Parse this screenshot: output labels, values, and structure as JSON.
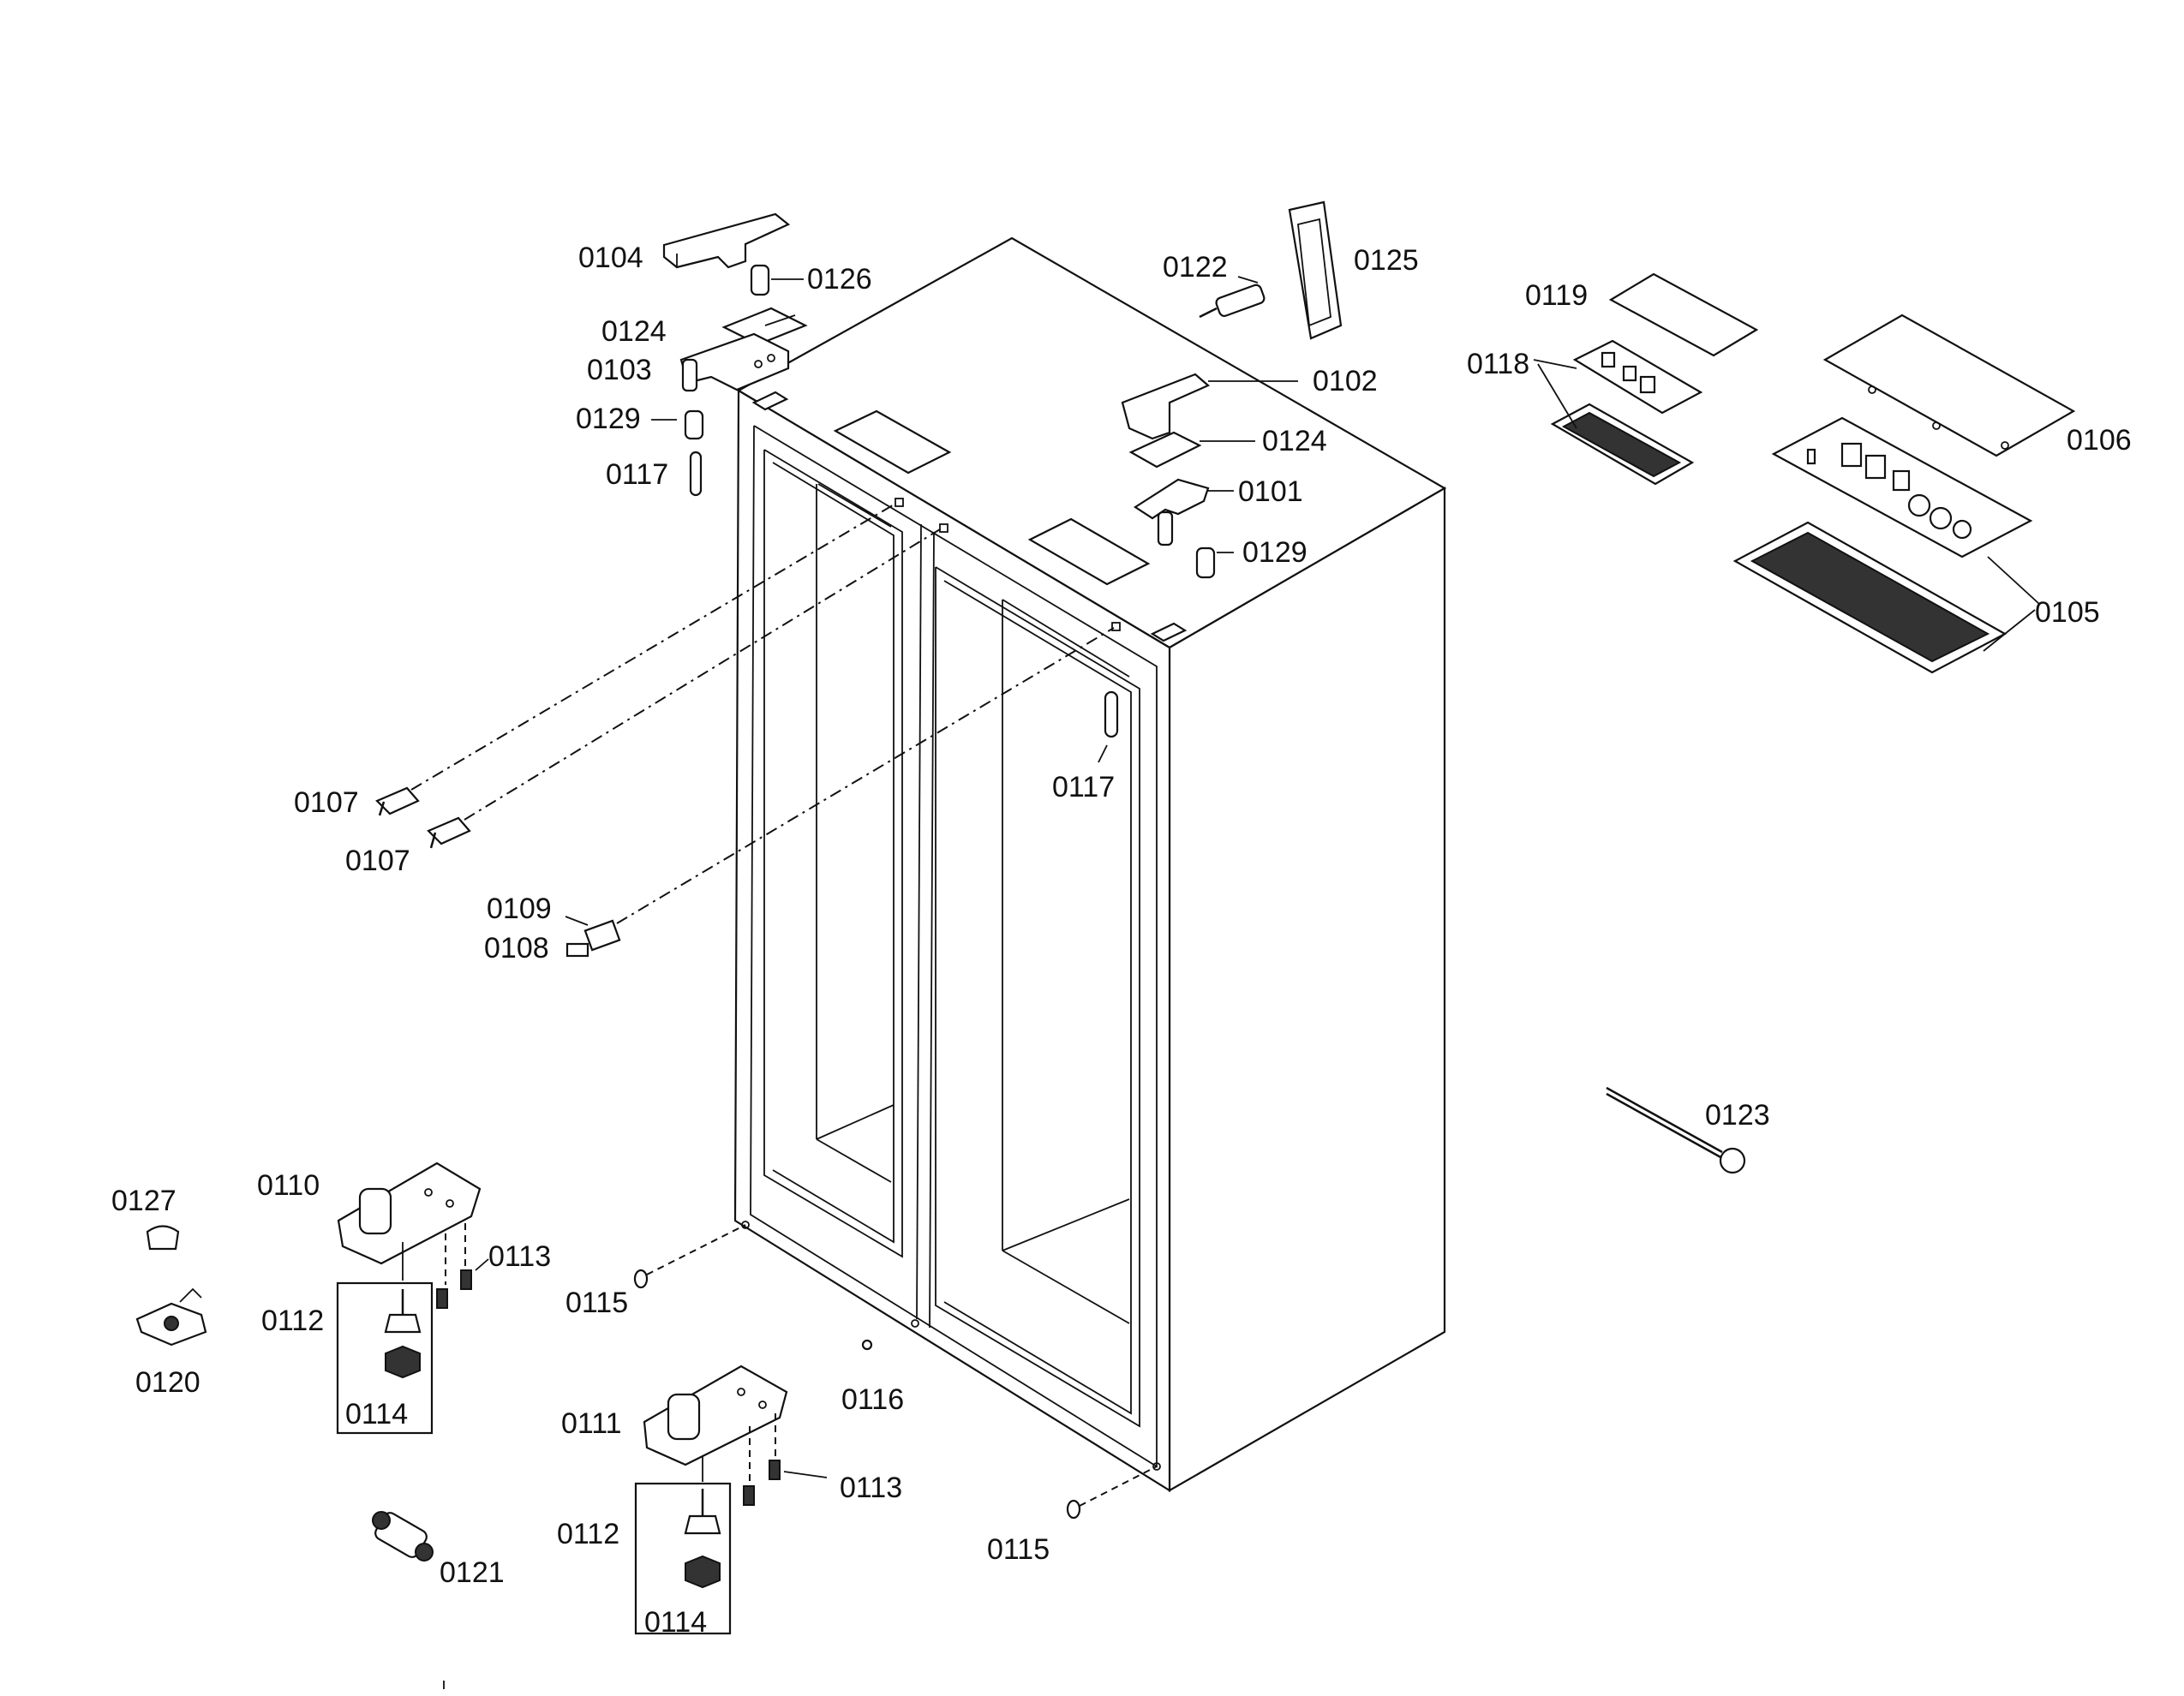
{
  "labels": {
    "p0104": "0104",
    "p0126": "0126",
    "p0124a": "0124",
    "p0103": "0103",
    "p0129a": "0129",
    "p0117a": "0117",
    "p0122": "0122",
    "p0125": "0125",
    "p0102": "0102",
    "p0124b": "0124",
    "p0101": "0101",
    "p0129b": "0129",
    "p0119": "0119",
    "p0118": "0118",
    "p0106": "0106",
    "p0105": "0105",
    "p0117b": "0117",
    "p0107a": "0107",
    "p0107b": "0107",
    "p0109": "0109",
    "p0108": "0108",
    "p0123": "0123",
    "p0127": "0127",
    "p0110": "0110",
    "p0113a": "0113",
    "p0112a": "0112",
    "p0114a": "0114",
    "p0120": "0120",
    "p0115a": "0115",
    "p0116": "0116",
    "p0111": "0111",
    "p0113b": "0113",
    "p0112b": "0112",
    "p0114b": "0114",
    "p0115b": "0115",
    "p0121": "0121"
  }
}
